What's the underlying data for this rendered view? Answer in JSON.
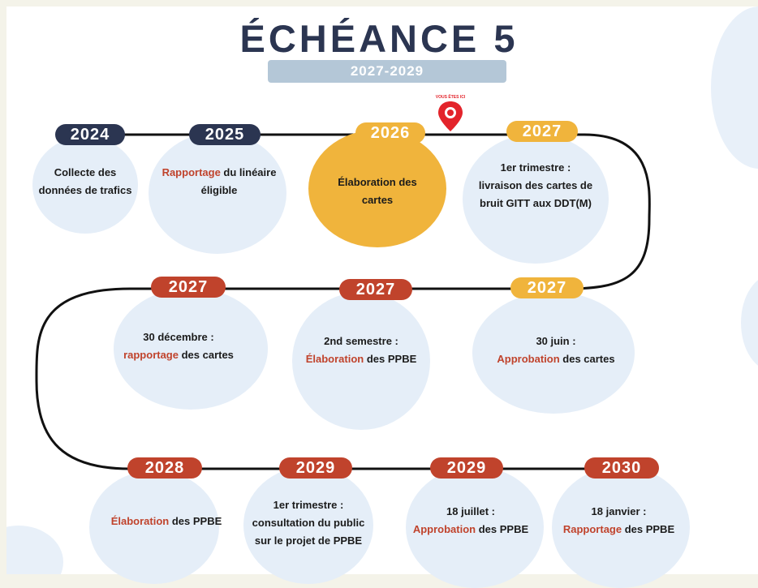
{
  "title": "ÉCHÉANCE 5",
  "period": "2027-2029",
  "colors": {
    "navy": "#2b3551",
    "red": "#c0432c",
    "gold": "#f0b43c",
    "bubble": "#e5eef8",
    "highlight": "#c0432c"
  },
  "marker": {
    "icon": "location-pin-icon",
    "label": "VOUS ÊTES ICI"
  },
  "steps": [
    {
      "year": "2024",
      "line1": "Collecte des",
      "line2": "données de trafics",
      "line3": ""
    },
    {
      "year": "2025",
      "line1_hl": "Rapportage",
      "line1": " du linéaire",
      "line2": "éligible"
    },
    {
      "year": "2026",
      "line1": "Élaboration des",
      "line2": "cartes"
    },
    {
      "year": "2027",
      "line1": "1er trimestre :",
      "line2": "livraison des cartes de",
      "line3": "bruit GITT aux DDT(M)"
    },
    {
      "year": "2027",
      "line1": "30 juin :",
      "line2_hl": "Approbation",
      "line2": " des cartes"
    },
    {
      "year": "2027",
      "line1": "2nd semestre :",
      "line2_hl": "Élaboration",
      "line2": " des PPBE"
    },
    {
      "year": "2027",
      "line1": "30 décembre :",
      "line2_hl": "rapportage",
      "line2": " des cartes"
    },
    {
      "year": "2028",
      "line1_hl": "Élaboration",
      "line1": " des PPBE"
    },
    {
      "year": "2029",
      "line1": "1er trimestre :",
      "line2": "consultation du public",
      "line3": "sur le projet de PPBE"
    },
    {
      "year": "2029",
      "line1": "18 juillet :",
      "line2_hl": "Approbation",
      "line2": " des PPBE"
    },
    {
      "year": "2030",
      "line1": "18 janvier :",
      "line2_hl": "Rapportage",
      "line2": " des PPBE"
    }
  ]
}
